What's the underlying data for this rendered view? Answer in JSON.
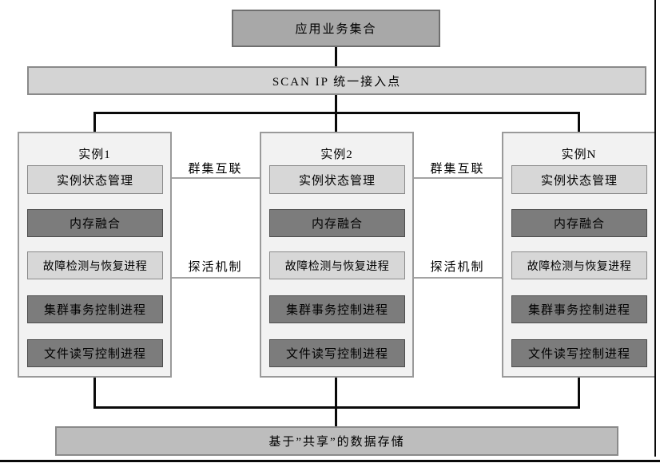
{
  "top_box": "应用业务集合",
  "scan_bar": "SCAN IP 统一接入点",
  "instances": [
    {
      "title": "实例1",
      "boxes": [
        {
          "label": "实例状态管理",
          "tone": "light"
        },
        {
          "label": "内存融合",
          "tone": "dark"
        },
        {
          "label": "故障检测与恢复进程",
          "tone": "light"
        },
        {
          "label": "集群事务控制进程",
          "tone": "dark"
        },
        {
          "label": "文件读写控制进程",
          "tone": "dark"
        }
      ]
    },
    {
      "title": "实例2",
      "boxes": [
        {
          "label": "实例状态管理",
          "tone": "light"
        },
        {
          "label": "内存融合",
          "tone": "dark"
        },
        {
          "label": "故障检测与恢复进程",
          "tone": "light"
        },
        {
          "label": "集群事务控制进程",
          "tone": "dark"
        },
        {
          "label": "文件读写控制进程",
          "tone": "dark"
        }
      ]
    },
    {
      "title": "实例N",
      "boxes": [
        {
          "label": "实例状态管理",
          "tone": "light"
        },
        {
          "label": "内存融合",
          "tone": "dark"
        },
        {
          "label": "故障检测与恢复进程",
          "tone": "light"
        },
        {
          "label": "集群事务控制进程",
          "tone": "dark"
        },
        {
          "label": "文件读写控制进程",
          "tone": "dark"
        }
      ]
    }
  ],
  "links": {
    "cluster_interconnect": "群集互联",
    "liveness_probe": "探活机制"
  },
  "storage": "基于”共享”的数据存储",
  "colors": {
    "top_box_fill": "#a8a8a8",
    "scan_bar_fill": "#d4d4d4",
    "column_fill": "#f2f2f2",
    "light_module_fill": "#d7d7d7",
    "dark_module_fill": "#7c7c7c",
    "storage_fill": "#bdbdbd",
    "connector_black": "#0a0a0a",
    "connector_gray": "#a3a3a3"
  }
}
